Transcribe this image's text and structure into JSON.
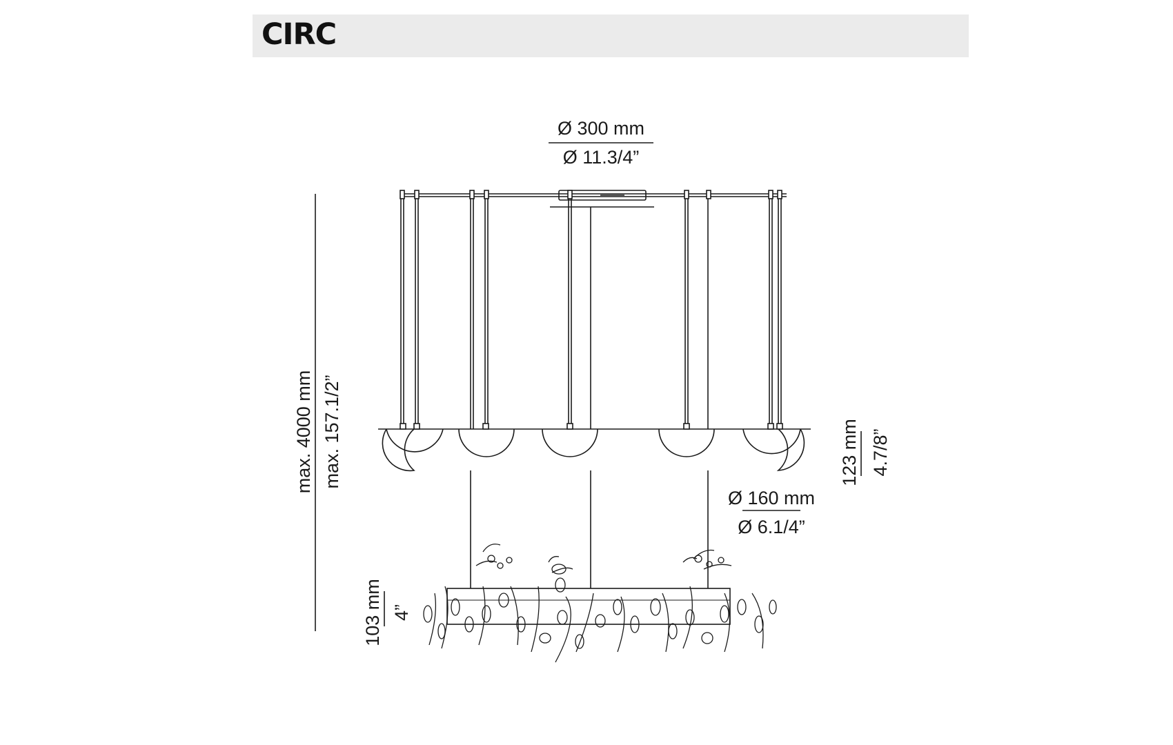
{
  "title": "CIRC",
  "dimensions": {
    "canopy_diameter": {
      "mm": "Ø 300 mm",
      "inch": "Ø 11.3/4”"
    },
    "max_height": {
      "mm": "max. 4000 mm",
      "inch": "max. 157.1/2”"
    },
    "globe_height": {
      "mm": "123 mm",
      "inch": "4.7/8”"
    },
    "globe_diameter": {
      "mm": "Ø 160 mm",
      "inch": "Ø 6.1/4”"
    },
    "ring_height": {
      "mm": "103 mm",
      "inch": "4”"
    }
  },
  "colors": {
    "line": "#1a1a1a",
    "title_bar": "#ebebeb"
  }
}
